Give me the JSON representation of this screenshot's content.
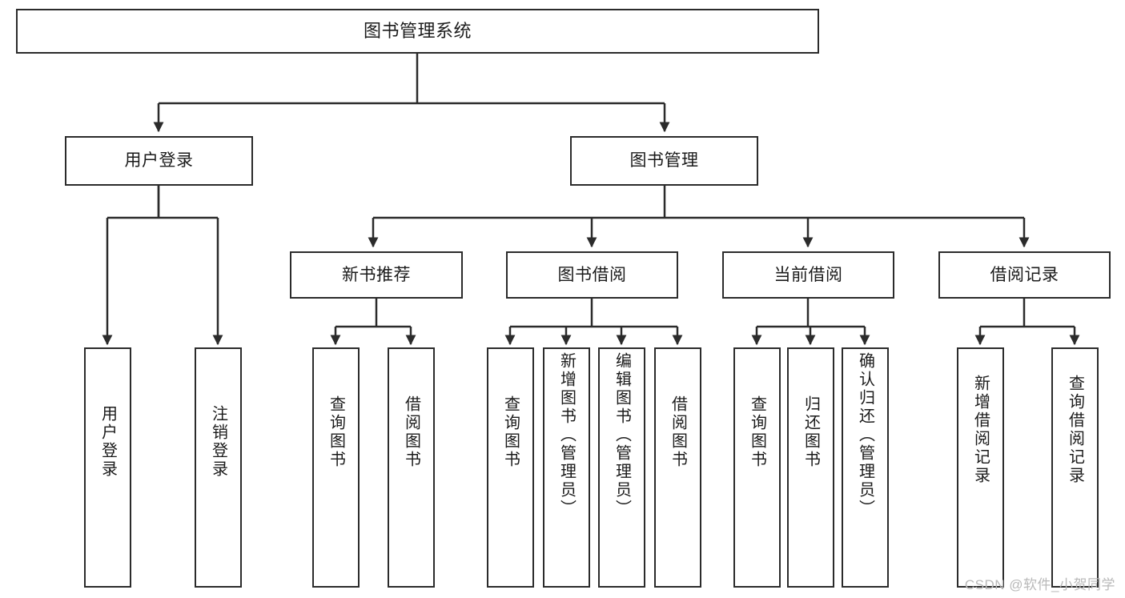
{
  "diagram": {
    "type": "tree",
    "title": "图书管理系统",
    "root": {
      "label": "图书管理系统"
    },
    "level2": [
      {
        "label": "用户登录"
      },
      {
        "label": "图书管理"
      }
    ],
    "level3": [
      {
        "label": "新书推荐"
      },
      {
        "label": "图书借阅"
      },
      {
        "label": "当前借阅"
      },
      {
        "label": "借阅记录"
      }
    ],
    "leaves": {
      "user_login": [
        {
          "label": "用户登录"
        },
        {
          "label": "注销登录"
        }
      ],
      "new_book": [
        {
          "label": "查询图书"
        },
        {
          "label": "借阅图书"
        }
      ],
      "book_borrow": [
        {
          "label": "查询图书"
        },
        {
          "label": "新增图书（管理员）"
        },
        {
          "label": "编辑图书（管理员）"
        },
        {
          "label": "借阅图书"
        }
      ],
      "current_borrow": [
        {
          "label": "查询图书"
        },
        {
          "label": "归还图书"
        },
        {
          "label": "确认归还（管理员）"
        }
      ],
      "borrow_record": [
        {
          "label": "新增借阅记录"
        },
        {
          "label": "查询借阅记录"
        }
      ]
    }
  },
  "watermark": {
    "text": "CSDN @软件_小贺同学"
  },
  "colors": {
    "stroke": "#2b2b2b",
    "fill": "#ffffff",
    "text": "#1b1b1b",
    "watermark": "#b9b9b9"
  }
}
